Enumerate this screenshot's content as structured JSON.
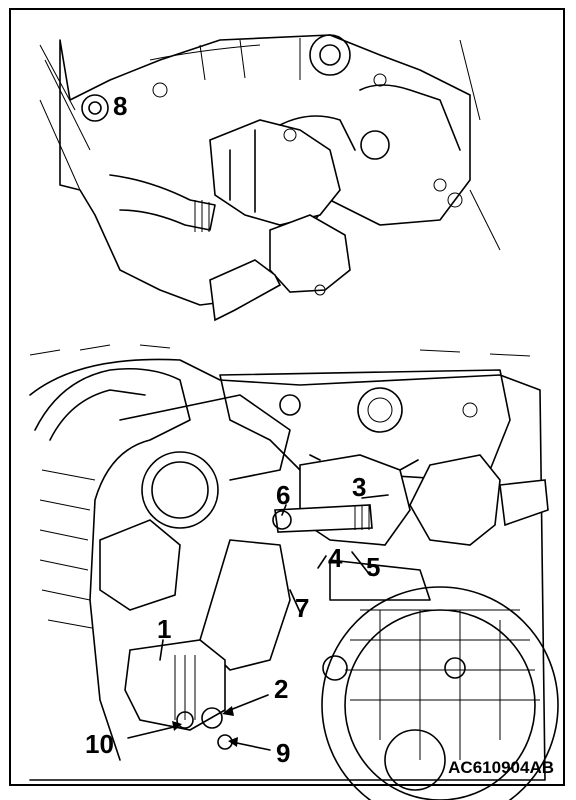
{
  "callouts": {
    "c1": "1",
    "c2": "2",
    "c3": "3",
    "c4": "4",
    "c5": "5",
    "c6": "6",
    "c7": "7",
    "c8": "8",
    "c9": "9",
    "c10": "10"
  },
  "figure_code": "AC610904AB"
}
